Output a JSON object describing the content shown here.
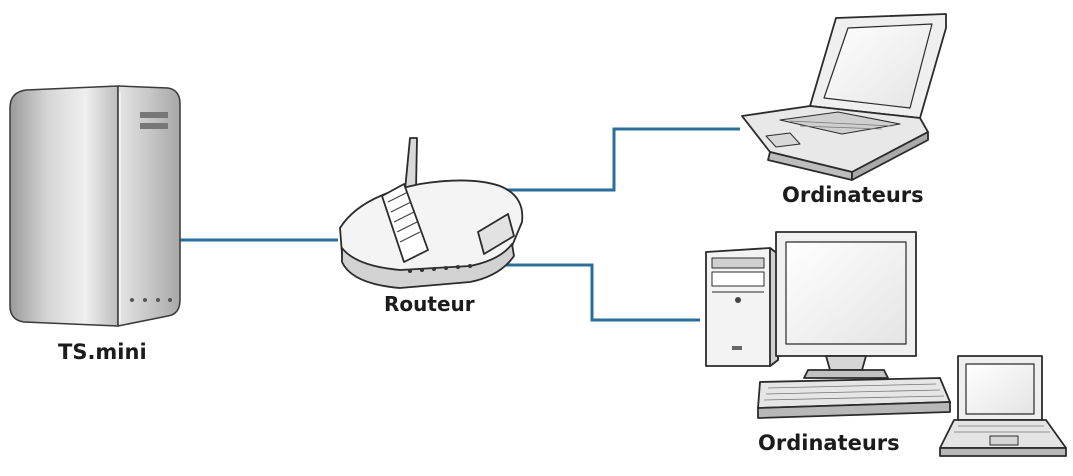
{
  "labels": {
    "ts_mini": "TS.mini",
    "router": "Routeur",
    "computers_top": "Ordinateurs",
    "computers_bottom": "Ordinateurs"
  },
  "colors": {
    "cable": "#2a6f9c",
    "outline": "#2b2b2b",
    "device_light": "#f2f2f2",
    "device_mid": "#c9c9c9",
    "device_dark": "#8c8c8c"
  },
  "icons": {
    "nas": "nas-server-icon",
    "router": "wireless-router-icon",
    "laptop": "laptop-icon",
    "desktop": "desktop-pc-icon"
  }
}
